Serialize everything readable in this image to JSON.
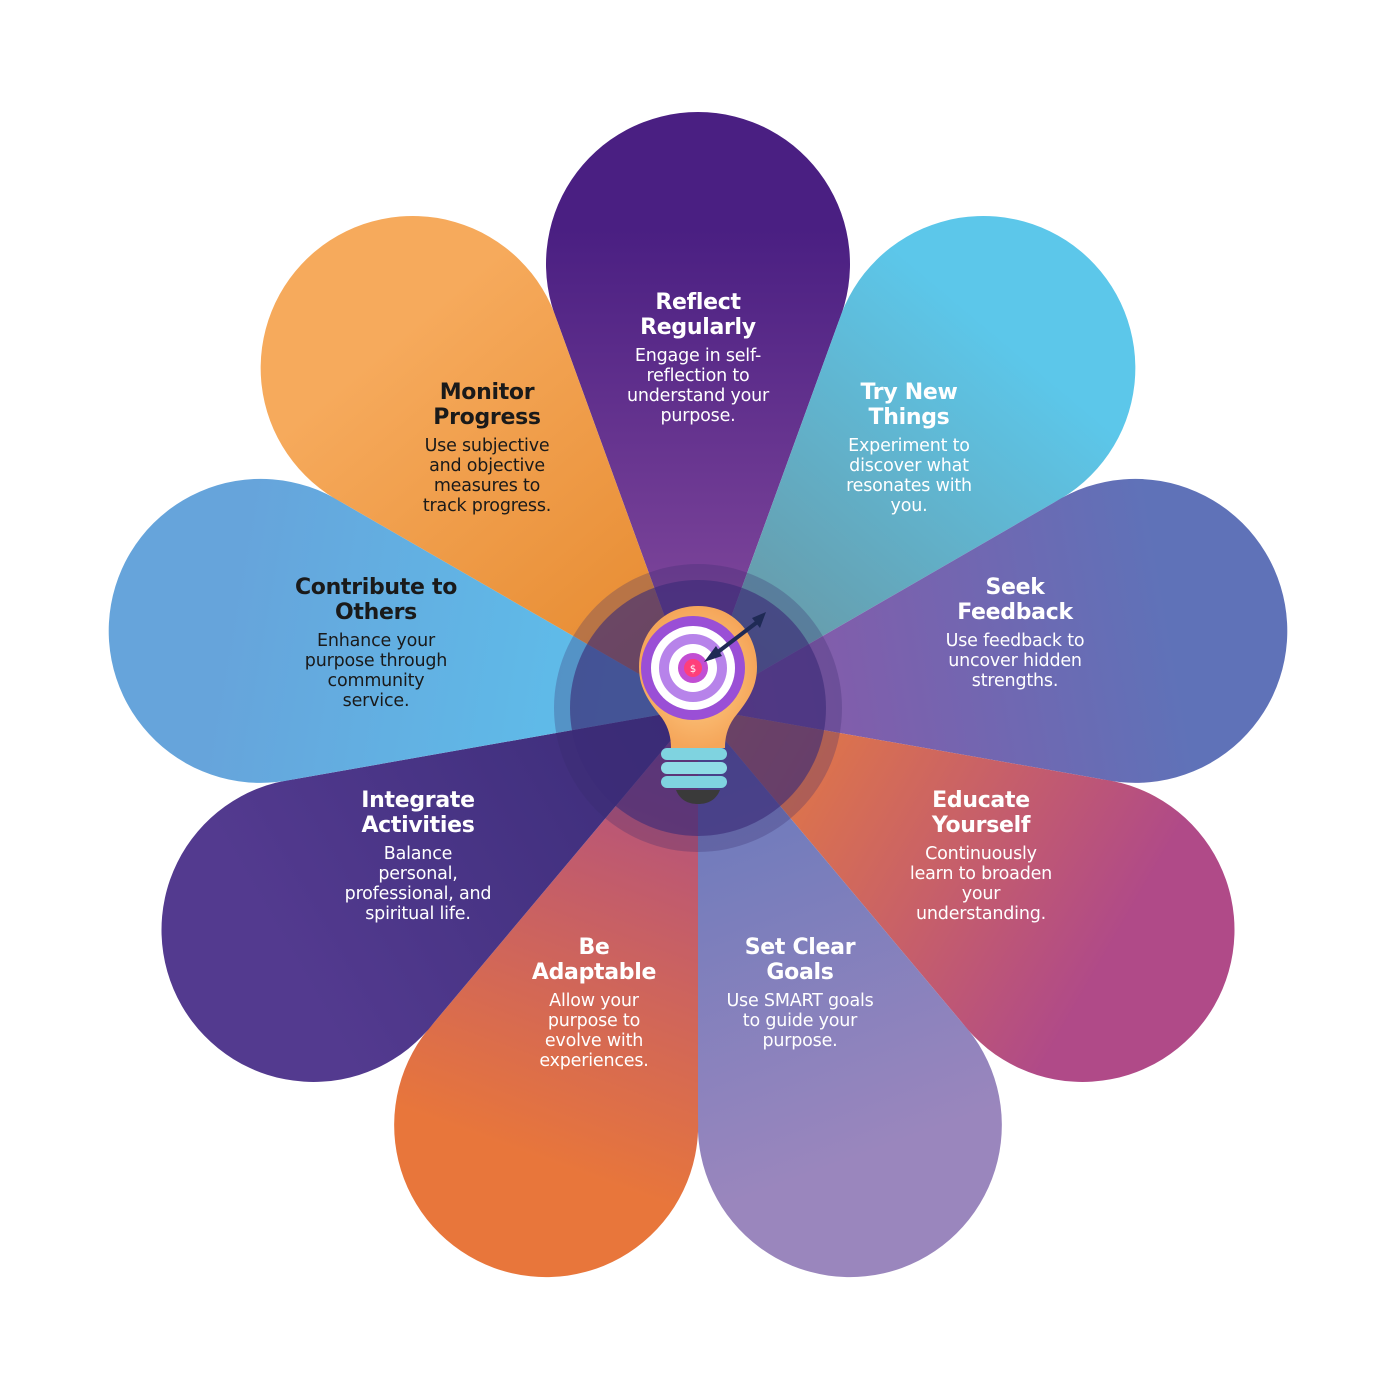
{
  "diagram": {
    "segments": [
      {
        "id": "reflect",
        "title": "Reflect Regularly",
        "title_lines": [
          "Reflect",
          "Regularly"
        ],
        "description": "Engage in self-reflection to understand your purpose.",
        "desc_lines": [
          "Engage in self-",
          "reflection to",
          "understand your",
          "purpose."
        ],
        "colors": [
          "#4a1f82",
          "#8a4fa0"
        ],
        "text_color": "#ffffff"
      },
      {
        "id": "try-new",
        "title": "Try New Things",
        "title_lines": [
          "Try New",
          "Things"
        ],
        "description": "Experiment to discover what resonates with you.",
        "desc_lines": [
          "Experiment to",
          "discover what",
          "resonates with",
          "you."
        ],
        "colors": [
          "#5cc7ea",
          "#6a8f98"
        ],
        "text_color": "#ffffff"
      },
      {
        "id": "seek-feedback",
        "title": "Seek Feedback",
        "title_lines": [
          "Seek",
          "Feedback"
        ],
        "description": "Use feedback to uncover hidden strengths.",
        "desc_lines": [
          "Use feedback to",
          "uncover hidden",
          "strengths."
        ],
        "colors": [
          "#5f72b8",
          "#8e55a6"
        ],
        "text_color": "#ffffff"
      },
      {
        "id": "educate",
        "title": "Educate Yourself",
        "title_lines": [
          "Educate",
          "Yourself"
        ],
        "description": "Continuously learn to broaden your understanding.",
        "desc_lines": [
          "Continuously",
          "learn to broaden",
          "your",
          "understanding."
        ],
        "colors": [
          "#b04a88",
          "#ec8237"
        ],
        "text_color": "#ffffff"
      },
      {
        "id": "set-goals",
        "title": "Set Clear Goals",
        "title_lines": [
          "Set Clear",
          "Goals"
        ],
        "description": "Use SMART goals to guide your purpose.",
        "desc_lines": [
          "Use SMART goals",
          "to guide your",
          "purpose."
        ],
        "colors": [
          "#9a86bd",
          "#6378bc"
        ],
        "text_color": "#ffffff"
      },
      {
        "id": "be-adaptable",
        "title": "Be Adaptable",
        "title_lines": [
          "Be",
          "Adaptable"
        ],
        "description": "Allow your purpose to evolve with experiences.",
        "desc_lines": [
          "Allow your",
          "purpose to",
          "evolve with",
          "experiences."
        ],
        "colors": [
          "#e8763b",
          "#a94b8b"
        ],
        "text_color": "#ffffff"
      },
      {
        "id": "integrate",
        "title": "Integrate Activities",
        "title_lines": [
          "Integrate",
          "Activities"
        ],
        "description": "Balance personal, professional, and spiritual life.",
        "desc_lines": [
          "Balance",
          "personal,",
          "professional, and",
          "spiritual life."
        ],
        "colors": [
          "#533a8f",
          "#3a2c78"
        ],
        "text_color": "#ffffff"
      },
      {
        "id": "contribute",
        "title": "Contribute to Others",
        "title_lines": [
          "Contribute to",
          "Others"
        ],
        "description": "Enhance your purpose through community service.",
        "desc_lines": [
          "Enhance your",
          "purpose through",
          "community",
          "service."
        ],
        "colors": [
          "#66a4db",
          "#5cc4ee"
        ],
        "text_color": "#1a1a1a"
      },
      {
        "id": "monitor",
        "title": "Monitor Progress",
        "title_lines": [
          "Monitor",
          "Progress"
        ],
        "description": "Use subjective and objective measures to track progress.",
        "desc_lines": [
          "Use subjective",
          "and objective",
          "measures to",
          "track progress."
        ],
        "colors": [
          "#f6aa5c",
          "#e4862a"
        ],
        "text_color": "#1a1a1a"
      }
    ],
    "center": {
      "icon": "lightbulb-target-icon",
      "target_symbol": "$",
      "ring_colors": [
        "#9a4fd6",
        "#ffffff",
        "#b783ea",
        "#ffffff",
        "#c24ed3"
      ],
      "bulb_color": "#f5a65a",
      "base_color": "#7fd3e0"
    }
  }
}
